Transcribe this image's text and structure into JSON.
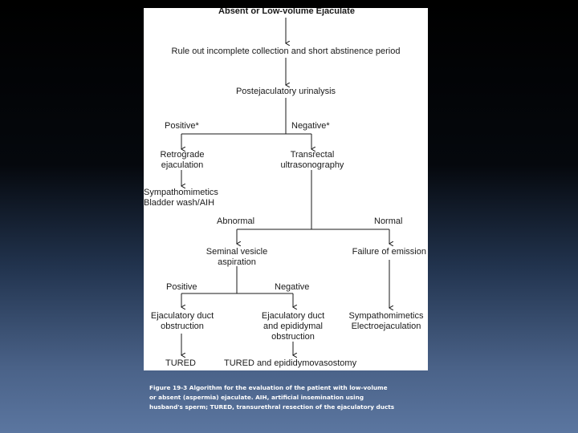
{
  "flowchart": {
    "start": "Absent or Low-volume Ejaculate",
    "rule_out": "Rule out incomplete collection and short abstinence period",
    "urinalysis": "Postejaculatory urinalysis",
    "positive_star": "Positive*",
    "negative_star": "Negative*",
    "retrograde": "Retrograde\nejaculation",
    "trus": "Transrectal\nultrasonography",
    "treatment_retro": "Sympathomimetics\nBladder wash/AIH",
    "abnormal": "Abnormal",
    "normal": "Normal",
    "svaspiration": "Seminal vesicle\naspiration",
    "failure_emission": "Failure of emission",
    "positive": "Positive",
    "negative": "Negative",
    "ejd_obstruction": "Ejaculatory duct\nobstruction",
    "ejd_epid_obstruction": "Ejaculatory duct\nand epididymal\nobstruction",
    "treatment_emission": "Sympathomimetics\nElectroejaculation",
    "tured": "TURED",
    "tured_epid": "TURED and epididymovasostomy"
  },
  "caption": "Figure 19-3 Algorithm for the evaluation of the patient with low-volume\nor absent (aspermia) ejaculate. AIH, artificial insemination using\nhusband's sperm; TURED, transurethral resection of the ejaculatory ducts"
}
